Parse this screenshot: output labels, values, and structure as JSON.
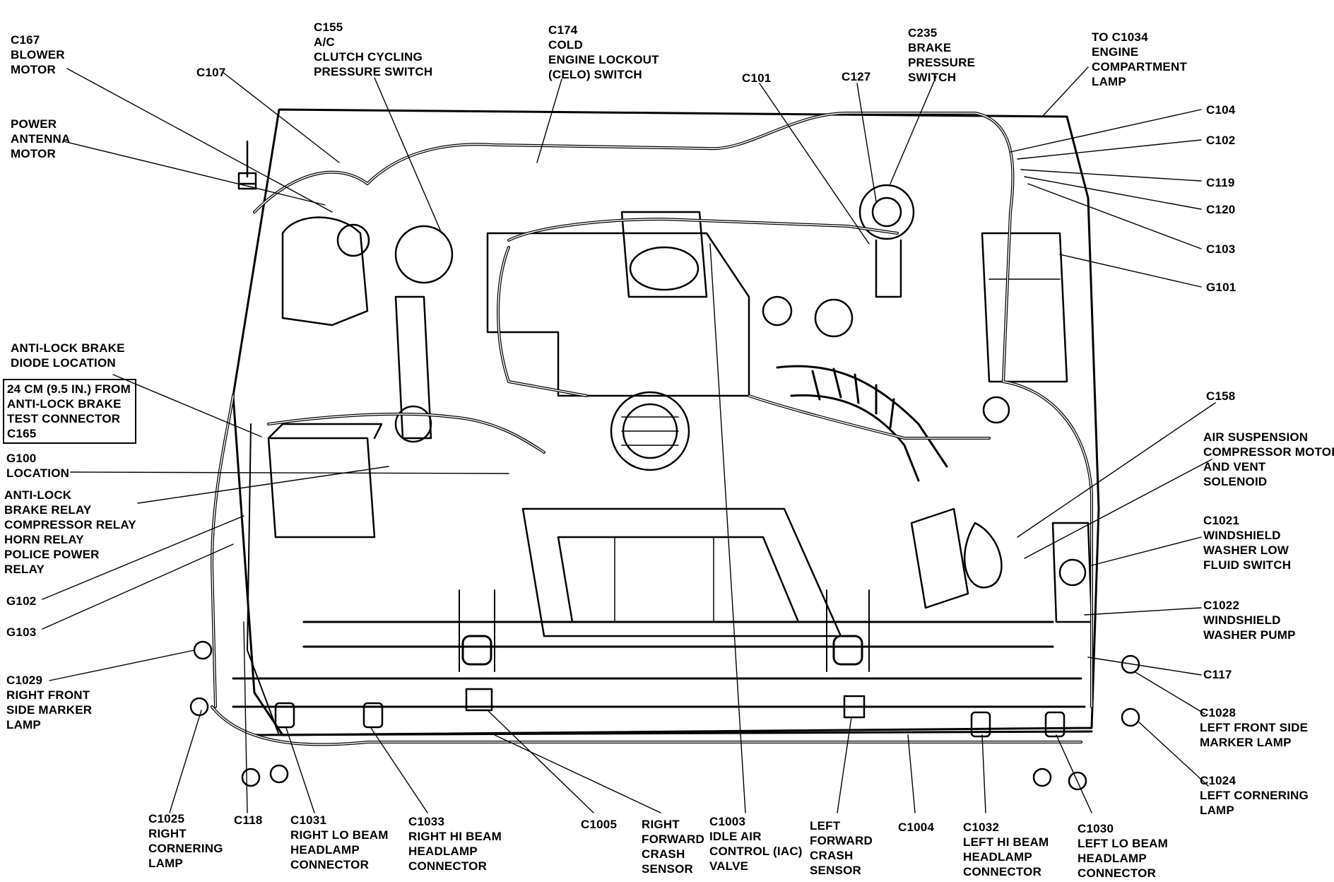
{
  "labels": {
    "c167": "C167\nBLOWER\nMOTOR",
    "c107": "C107",
    "c155": "C155\nA/C\nCLUTCH CYCLING\nPRESSURE SWITCH",
    "c174": "C174\nCOLD\nENGINE LOCKOUT\n(CELO) SWITCH",
    "c101": "C101",
    "c127": "C127",
    "c235": "C235\nBRAKE\nPRESSURE\nSWITCH",
    "c1034": "TO C1034\nENGINE\nCOMPARTMENT\nLAMP",
    "power_antenna": "POWER\nANTENNA\nMOTOR",
    "c104": "C104",
    "c102": "C102",
    "c119": "C119",
    "c120": "C120",
    "c103": "C103",
    "g101": "G101",
    "abs_diode": "ANTI-LOCK BRAKE\nDIODE LOCATION",
    "box_note": "24 CM (9.5 IN.) FROM\nANTI-LOCK BRAKE\nTEST CONNECTOR\nC165",
    "g100": "G100\nLOCATION",
    "relays": "ANTI-LOCK\nBRAKE RELAY\nCOMPRESSOR RELAY\nHORN RELAY\nPOLICE POWER\nRELAY",
    "g102": "G102",
    "g103": "G103",
    "c1029": "C1029\nRIGHT FRONT\nSIDE MARKER\nLAMP",
    "c158": "C158",
    "air_susp": "AIR SUSPENSION\nCOMPRESSOR MOTOR\nAND VENT\nSOLENOID",
    "c1021": "C1021\nWINDSHIELD\nWASHER LOW\nFLUID SWITCH",
    "c1022": "C1022\nWINDSHIELD\nWASHER PUMP",
    "c117": "C117",
    "c1028": "C1028\nLEFT FRONT SIDE\nMARKER LAMP",
    "c1024": "C1024\nLEFT CORNERING\nLAMP",
    "c1025": "C1025\nRIGHT\nCORNERING\nLAMP",
    "c118": "C118",
    "c1031": "C1031\nRIGHT LO BEAM\nHEADLAMP\nCONNECTOR",
    "c1033": "C1033\nRIGHT HI BEAM\nHEADLAMP\nCONNECTOR",
    "c1005": "C1005",
    "right_crash": "RIGHT\nFORWARD\nCRASH\nSENSOR",
    "c1003": "C1003\nIDLE AIR\nCONTROL (IAC)\nVALVE",
    "left_crash": "LEFT\nFORWARD\nCRASH\nSENSOR",
    "c1004": "C1004",
    "c1032": "C1032\nLEFT HI BEAM\nHEADLAMP\nCONNECTOR",
    "c1030": "C1030\nLEFT LO BEAM\nHEADLAMP\nCONNECTOR"
  },
  "colors": {
    "ink": "#000000",
    "paper": "#ffffff"
  }
}
